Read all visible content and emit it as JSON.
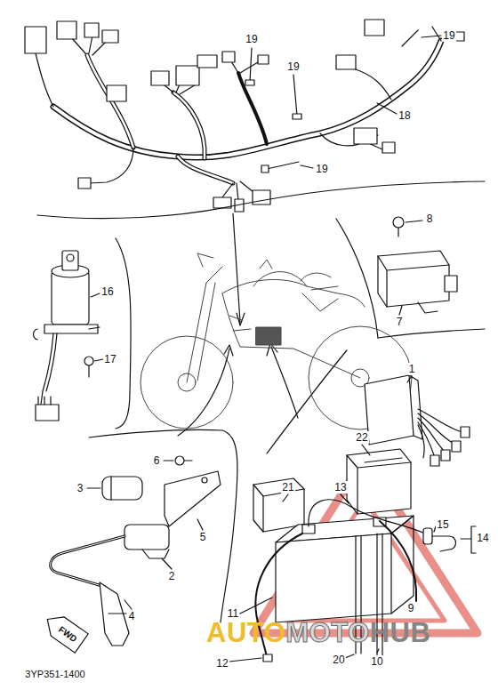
{
  "diagram": {
    "nodes": [
      {
        "text": [
          "FWD"
        ]
      }
    ],
    "labels": [
      "19",
      "19",
      "19",
      "19",
      "18",
      "8",
      "16",
      "17",
      "7",
      "1",
      "6",
      "3",
      "5",
      "2",
      "4",
      "22",
      "21",
      "13",
      "15",
      "14",
      "11",
      "12",
      "20",
      "10",
      "9",
      "3YP351-1400",
      "AUTO",
      "MOTO",
      "HUB"
    ]
  }
}
